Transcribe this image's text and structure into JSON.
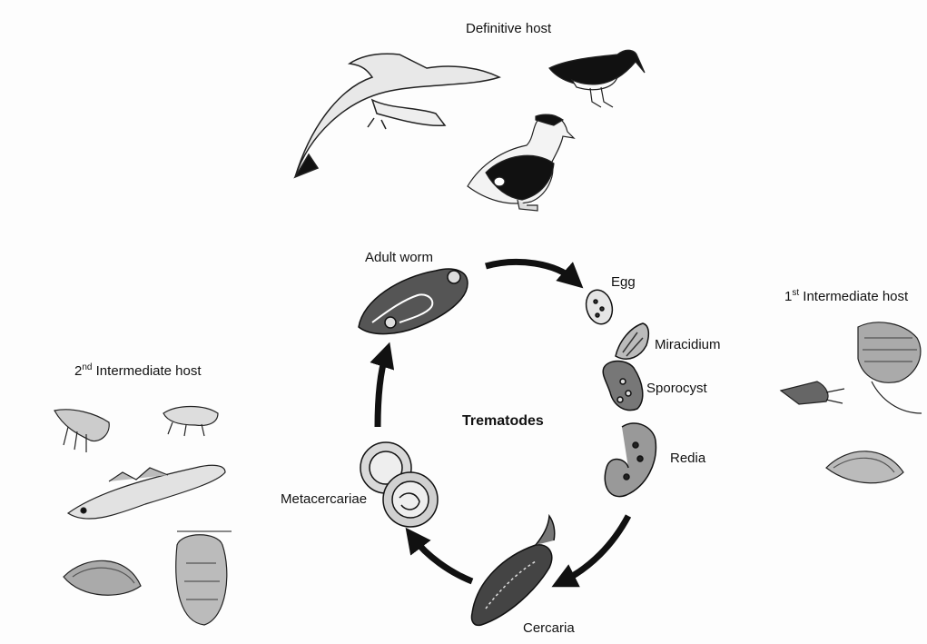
{
  "title": "Trematodes",
  "hosts": {
    "definitive": "Definitive host",
    "first_intermediate": {
      "prefix": "1",
      "sup": "st",
      "suffix": " Intermediate host"
    },
    "second_intermediate": {
      "prefix": "2",
      "sup": "nd",
      "suffix": " Intermediate host"
    }
  },
  "stages": {
    "adult_worm": "Adult worm",
    "egg": "Egg",
    "miracidium": "Miracidium",
    "sporocyst": "Sporocyst",
    "redia": "Redia",
    "cercaria": "Cercaria",
    "metacercariae": "Metacercariae"
  },
  "colors": {
    "ink": "#111111",
    "background": "#fdfdfd"
  }
}
